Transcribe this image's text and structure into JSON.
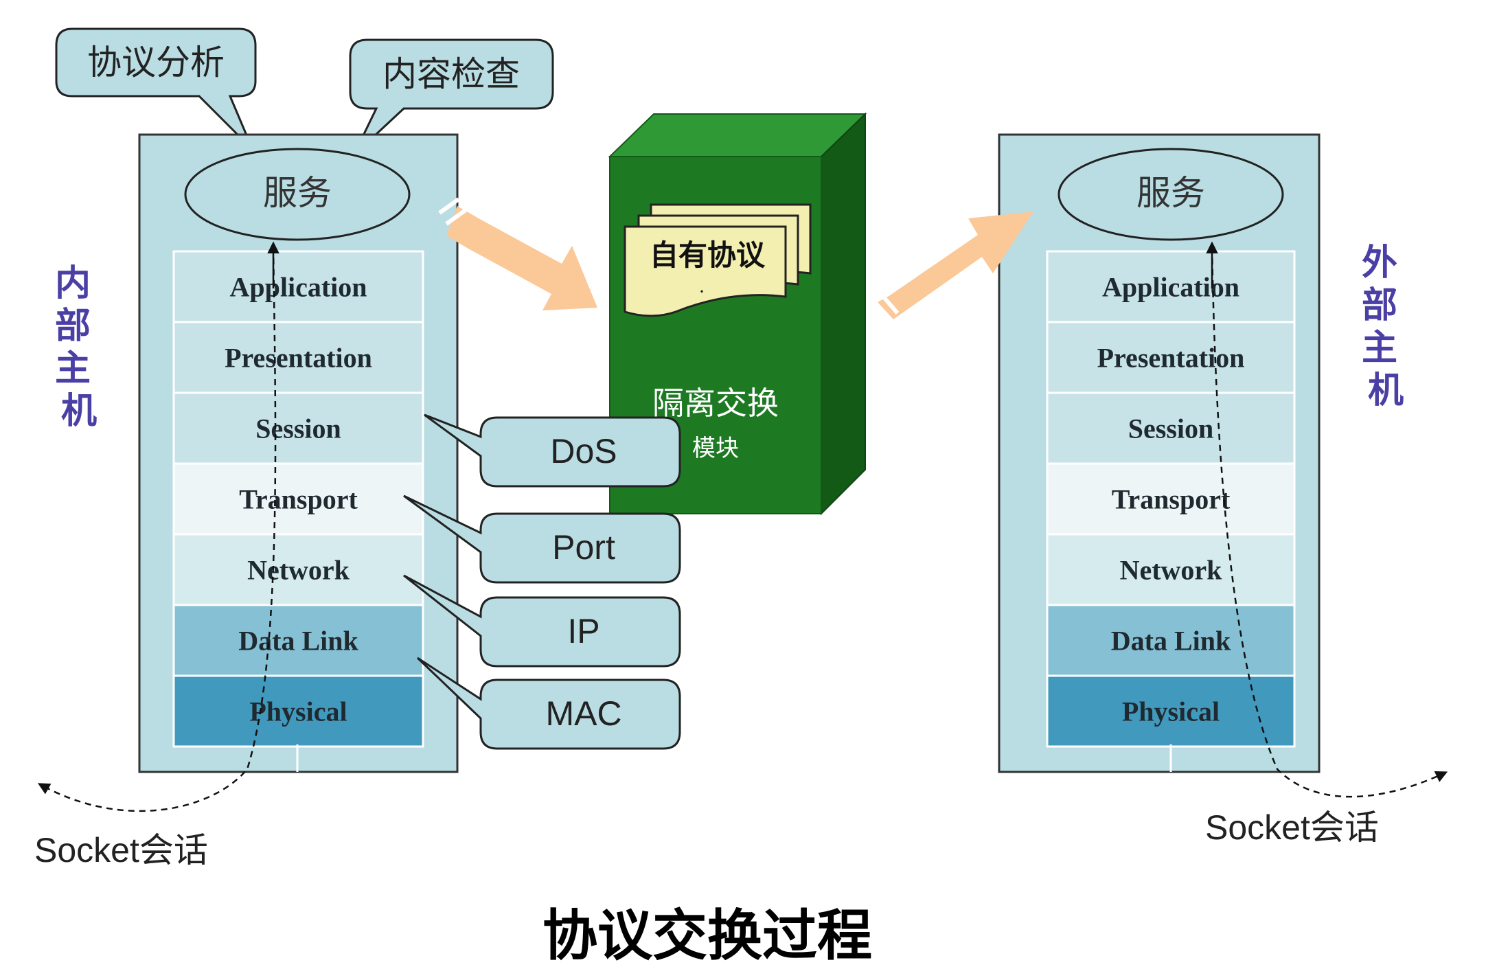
{
  "callouts": {
    "protocol_analysis": "协议分析",
    "content_inspection": "内容检查"
  },
  "internal_host": {
    "label": "内部主机",
    "service": "服务",
    "layers": [
      "Application",
      "Presentation",
      "Session",
      "Transport",
      "Network",
      "Data Link",
      "Physical"
    ],
    "socket_label": "Socket会话"
  },
  "external_host": {
    "label": "外部主机",
    "service": "服务",
    "layers": [
      "Application",
      "Presentation",
      "Session",
      "Transport",
      "Network",
      "Data Link",
      "Physical"
    ],
    "socket_label": "Socket会话"
  },
  "isolation_module": {
    "doc_label": "自有协议",
    "label_line1": "隔离交换",
    "label_line2": "模块"
  },
  "threats": [
    "DoS",
    "Port",
    "IP",
    "MAC"
  ],
  "caption": "协议交换过程",
  "colors": {
    "stack_panel": "#b9dde3",
    "layer_colors": [
      "#c7e3e8",
      "#c7e3e8",
      "#c7e3e8",
      "#edf5f6",
      "#d5ebee",
      "#86c0d4",
      "#4199be"
    ],
    "module_green": "#1d7a23",
    "arrow_orange": "#fbc898",
    "host_label": "#4a3fa5",
    "callout_fill": "#b9dde3"
  }
}
